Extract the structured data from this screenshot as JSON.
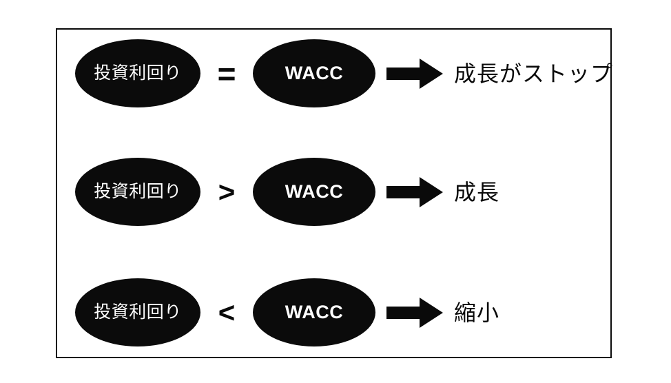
{
  "diagram": {
    "title": "WACC comparison diagram",
    "border_color": "#0a0a0a",
    "background_color": "#ffffff",
    "node_fill_color": "#0b0b0b",
    "node_text_color": "#ffffff",
    "rows": [
      {
        "left_node": "投資利回り",
        "operator": "=",
        "right_node": "WACC",
        "arrow": "right-arrow",
        "result": "成長がストップ"
      },
      {
        "left_node": "投資利回り",
        "operator": ">",
        "right_node": "WACC",
        "arrow": "right-arrow",
        "result": "成長"
      },
      {
        "left_node": "投資利回り",
        "operator": "<",
        "right_node": "WACC",
        "arrow": "right-arrow",
        "result": "縮小"
      }
    ]
  }
}
